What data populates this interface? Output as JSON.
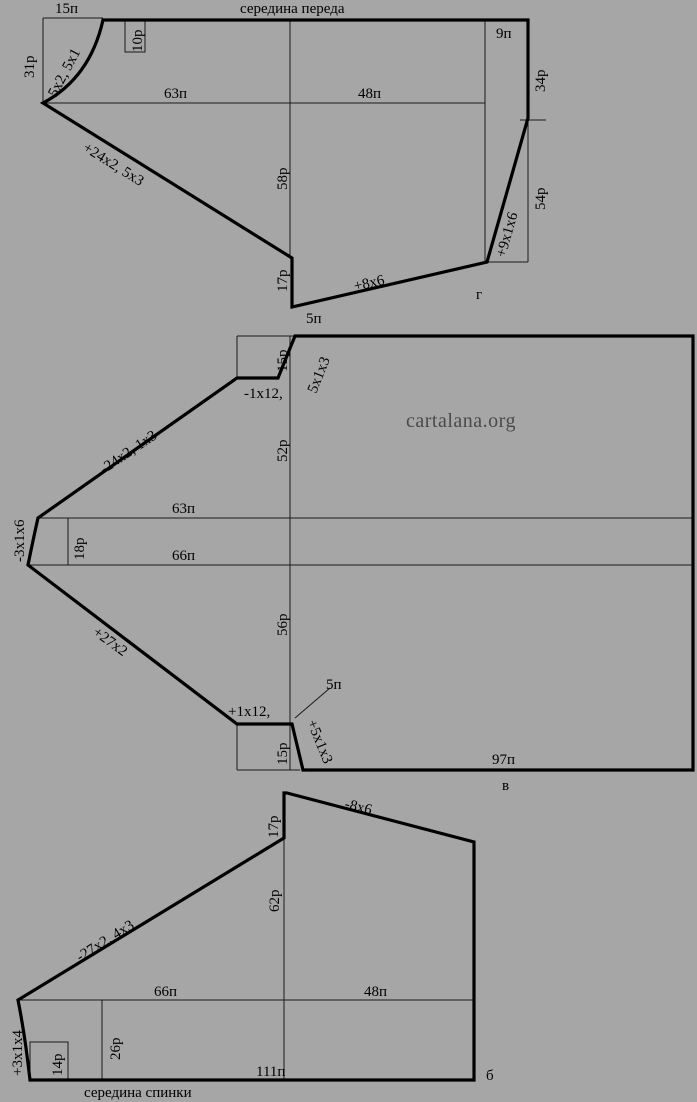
{
  "watermark": "cartalana.org",
  "pieces": {
    "front": {
      "letter": "г",
      "top_caption": "середина переда",
      "labels": {
        "neck_width": "15п",
        "neck_height": "31р",
        "neck_shaping": "5х2, 5х1",
        "neck_depth": "10р",
        "width_left": "63п",
        "width_right": "48п",
        "shoulder_width": "9п",
        "shoulder_height": "34р",
        "side_height": "54р",
        "side_shaping": "+9х1х6",
        "sleeve_shaping": "+24х2, 5х3",
        "center_height": "58р",
        "cuff_height": "17р",
        "cuff_width": "5п",
        "bottom_shaping": "+8х6"
      }
    },
    "sleeve": {
      "letter": "в",
      "labels": {
        "top_cuff_height": "15р",
        "top_cuff_shaping": "5х1х3",
        "top_cuff_dec": "-1х12,",
        "upper_shaping": "-24х2, 1х3",
        "upper_height": "52р",
        "tip_shaping": "-3х1х6",
        "tip_height": "18р",
        "upper_width": "63п",
        "lower_width": "66п",
        "lower_height": "56р",
        "lower_shaping": "+27х2",
        "bottom_cuff_inc": "+1х12,",
        "bottom_cuff_width": "5п",
        "bottom_cuff_height": "15р",
        "bottom_cuff_shaping": "+5х1х3",
        "total_width": "97п"
      }
    },
    "back": {
      "letter": "б",
      "bottom_caption": "середина спинки",
      "labels": {
        "cuff_height": "17р",
        "top_shaping": "-8х6",
        "sleeve_shaping": "-27х2, 4х3",
        "center_height": "62р",
        "width_left": "66п",
        "width_right": "48п",
        "tip_shaping": "+3х1х4",
        "neck_height": "14р",
        "side_height": "26р",
        "total_width": "111п"
      }
    }
  }
}
